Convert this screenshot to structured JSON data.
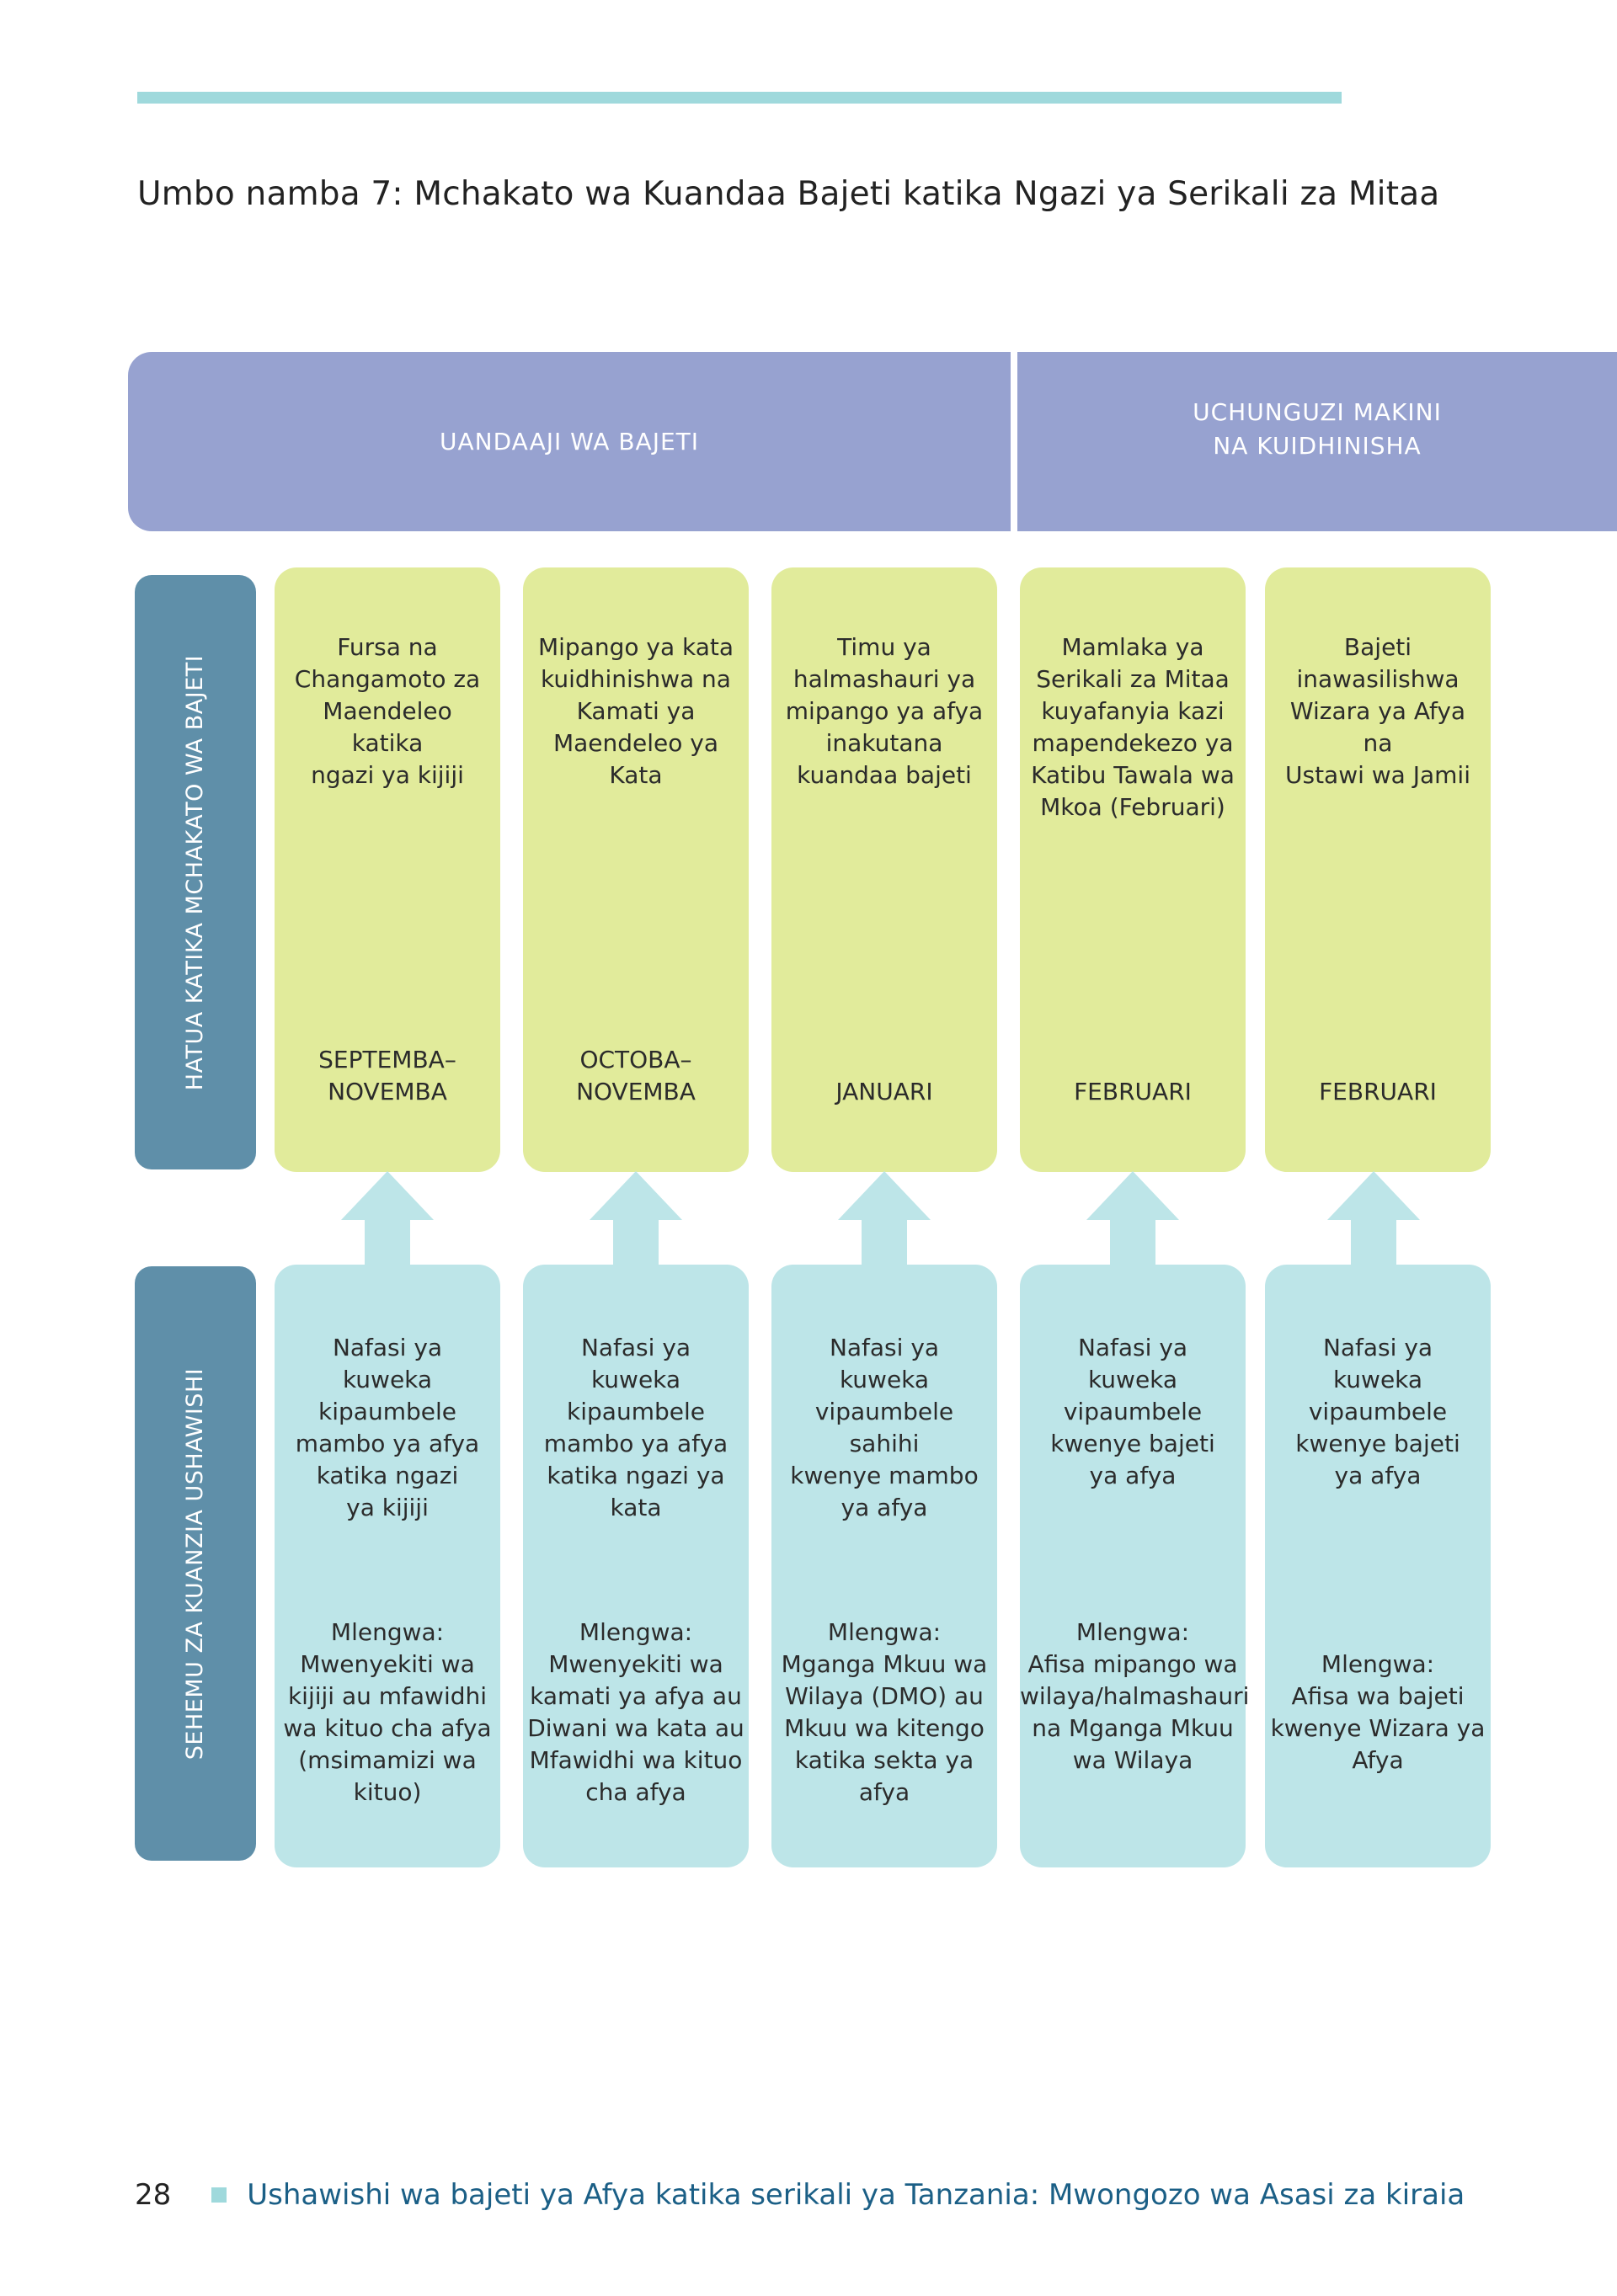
{
  "title": "Umbo namba 7: Mchakato wa Kuandaa Bajeti katika Ngazi ya Serikali za Mitaa",
  "phases": [
    {
      "label": "UANDAAJI WA BAJETI"
    },
    {
      "label": "UCHUNGUZI MAKINI\nNA KUIDHINISHA"
    }
  ],
  "row_labels": {
    "steps": "HATUA KATIKA MCHAKATO WA BAJETI",
    "entry_points": "SEHEMU ZA KUANZIA USHAWISHI"
  },
  "steps": [
    {
      "text": "Fursa na\nChangamoto za\nMaendeleo katika\nngazi ya kijiji",
      "period": "SEPTEMBA–\nNOVEMBA"
    },
    {
      "text": "Mipango ya kata\nkuidhinishwa na\nKamati ya\nMaendeleo ya Kata",
      "period": "OCTOBA–\nNOVEMBA"
    },
    {
      "text": "Timu ya\nhalmashauri ya\nmipango ya afya\ninakutana\nkuandaa bajeti",
      "period": "JANUARI"
    },
    {
      "text": "Mamlaka ya\nSerikali za Mitaa\nkuyafanyia kazi\nmapendekezo ya\nKatibu Tawala wa\nMkoa (Februari)",
      "period": "FEBRUARI"
    },
    {
      "text": "Bajeti\ninawasilishwa\nWizara ya Afya na\nUstawi wa Jamii",
      "period": "FEBRUARI"
    }
  ],
  "entry_points": [
    {
      "text": "Nafasi ya kuweka\nkipaumbele\nmambo ya afya\nkatika ngazi\nya kijiji",
      "target": "Mlengwa:\nMwenyekiti wa\nkijiji au mfawidhi\nwa kituo cha afya\n(msimamizi wa\nkituo)"
    },
    {
      "text": "Nafasi ya kuweka\nkipaumbele\nmambo ya afya\nkatika ngazi ya\nkata",
      "target": "Mlengwa:\nMwenyekiti wa\nkamati ya afya au\nDiwani wa kata au\nMfawidhi wa kituo\ncha afya"
    },
    {
      "text": "Nafasi ya kuweka\nvipaumbele sahihi\nkwenye mambo\nya afya",
      "target": "Mlengwa:\nMganga Mkuu wa\nWilaya (DMO) au\nMkuu wa kitengo\nkatika sekta ya\nafya"
    },
    {
      "text": "Nafasi ya kuweka\nvipaumbele\nkwenye bajeti\nya afya",
      "target": "Mlengwa:\nAfisa mipango wa\nwilaya/halmashauri\nna Mganga Mkuu\nwa Wilaya"
    },
    {
      "text": "Nafasi ya kuweka\nvipaumbele\nkwenye bajeti\nya afya",
      "target": "\nMlengwa:\nAfisa wa bajeti\nkwenye Wizara ya\nAfya"
    }
  ],
  "footer": {
    "page_number": "28",
    "text": "Ushawishi wa bajeti ya Afya katika serikali ya Tanzania: Mwongozo wa Asasi za kiraia"
  },
  "colors": {
    "top_rule": "#9fd9dc",
    "phase_header": "#97a2d0",
    "row_label": "#5f8fa9",
    "step_box": "#e1eb9b",
    "entry_box": "#bde5e8",
    "arrow": "#bde5e8",
    "footer_text": "#1b5f86"
  }
}
